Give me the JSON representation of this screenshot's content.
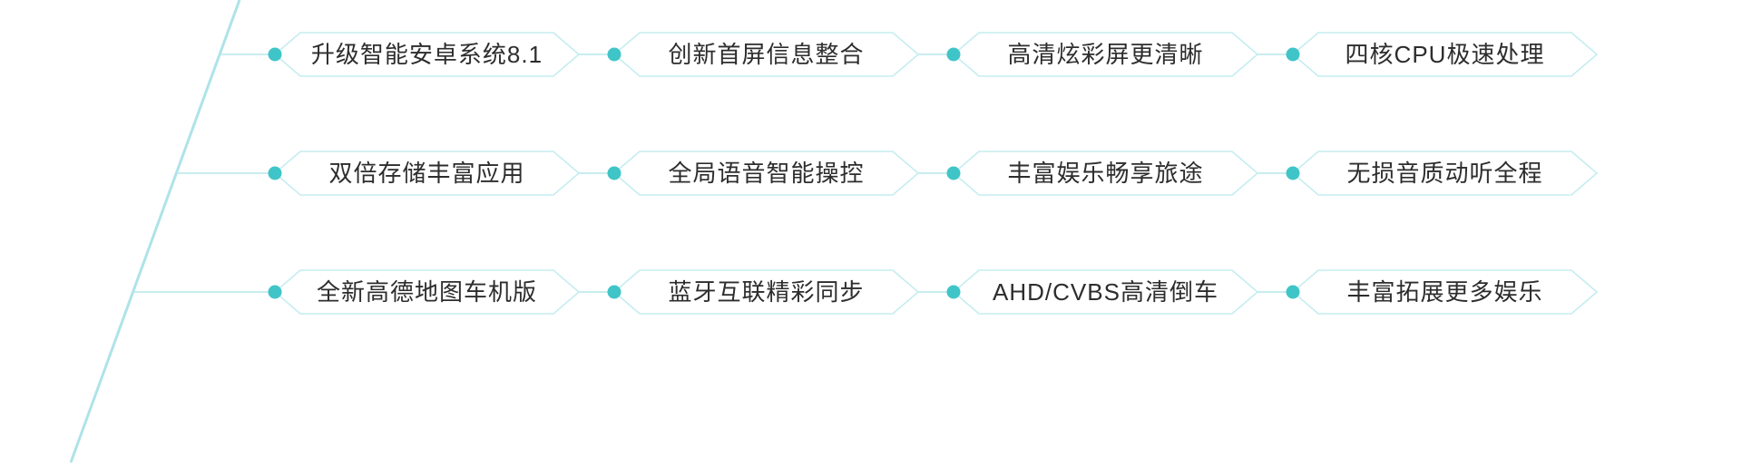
{
  "colors": {
    "background": "#ffffff",
    "branch_line": "#aee3e8",
    "connector_line": "#b7e7ea",
    "badge_outline": "#c5edf0",
    "node_dot": "#3fc5c7",
    "label_text": "#2d2d2d"
  },
  "diagram": {
    "rows": [
      {
        "labels": [
          "升级智能安卓系统8.1",
          "创新首屏信息整合",
          "高清炫彩屏更清晰",
          "四核CPU极速处理"
        ]
      },
      {
        "labels": [
          "双倍存储丰富应用",
          "全局语音智能操控",
          "丰富娱乐畅享旅途",
          "无损音质动听全程"
        ]
      },
      {
        "labels": [
          "全新高德地图车机版",
          "蓝牙互联精彩同步",
          "AHD/CVBS高清倒车",
          "丰富拓展更多娱乐"
        ]
      }
    ]
  }
}
